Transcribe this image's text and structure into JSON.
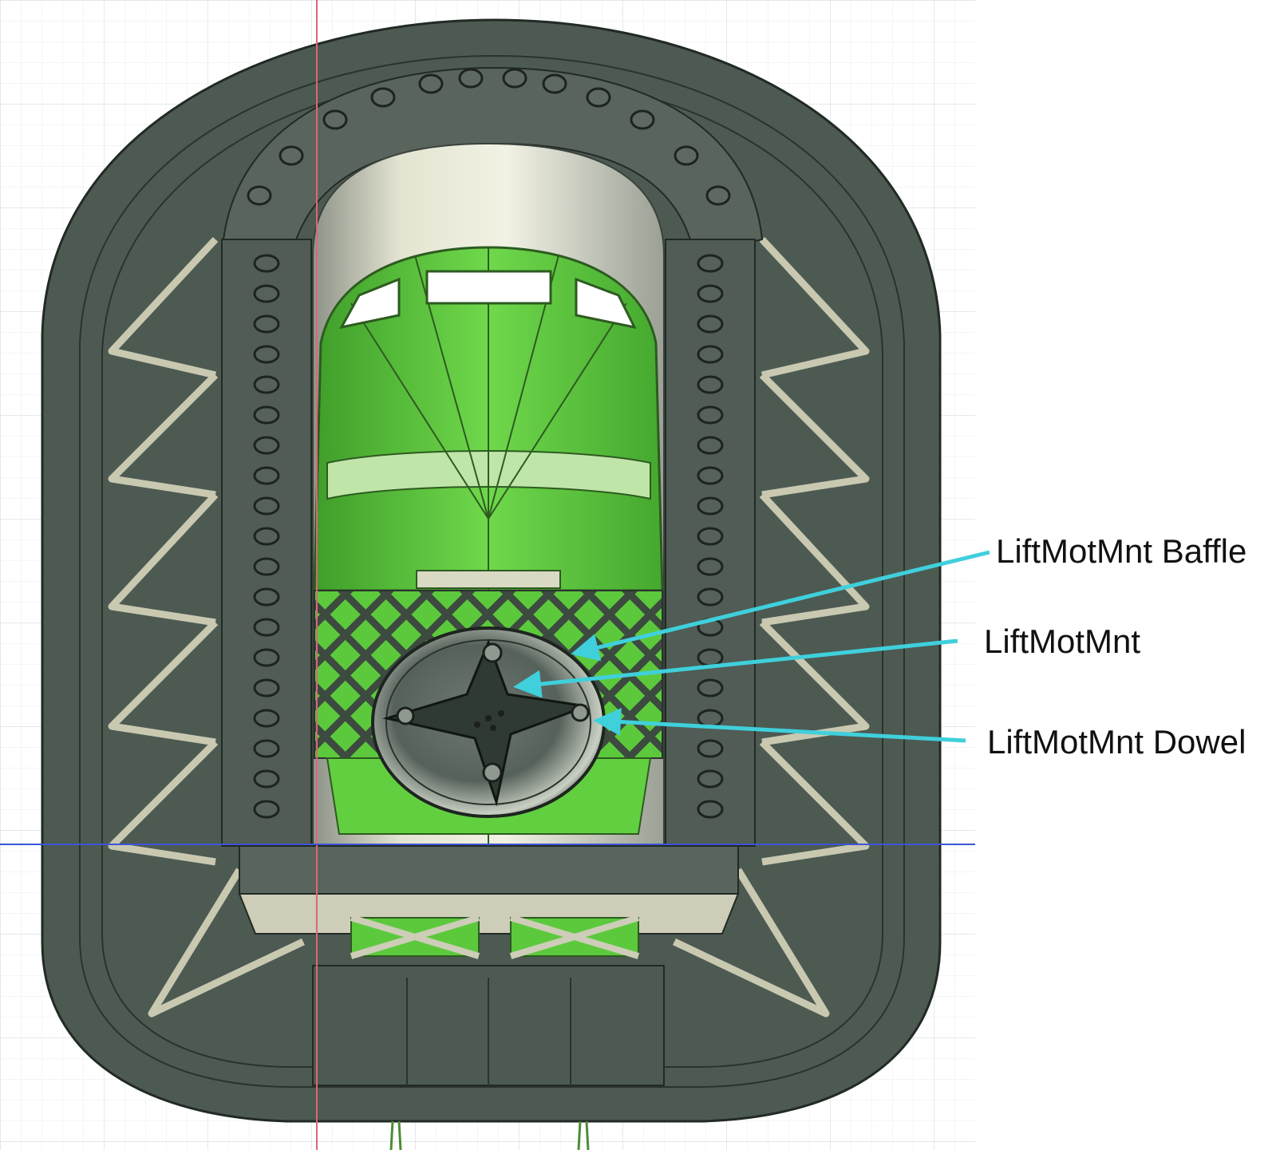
{
  "callouts": [
    {
      "id": "baffle",
      "label": "LiftMotMnt Baffle"
    },
    {
      "id": "mount",
      "label": "LiftMotMnt"
    },
    {
      "id": "dowel",
      "label": "LiftMotMnt Dowel"
    }
  ],
  "colors": {
    "body_dark": "#4d5a52",
    "body_mid": "#5f6b63",
    "structure_light": "#cdcdb8",
    "part_green": "#5cc93c",
    "part_green_dark": "#3f9e2a",
    "callout_cyan": "#3fd0dc",
    "grid": "#dde3e6",
    "axis_red": "#d9687a",
    "axis_blue": "#3b55d6"
  }
}
